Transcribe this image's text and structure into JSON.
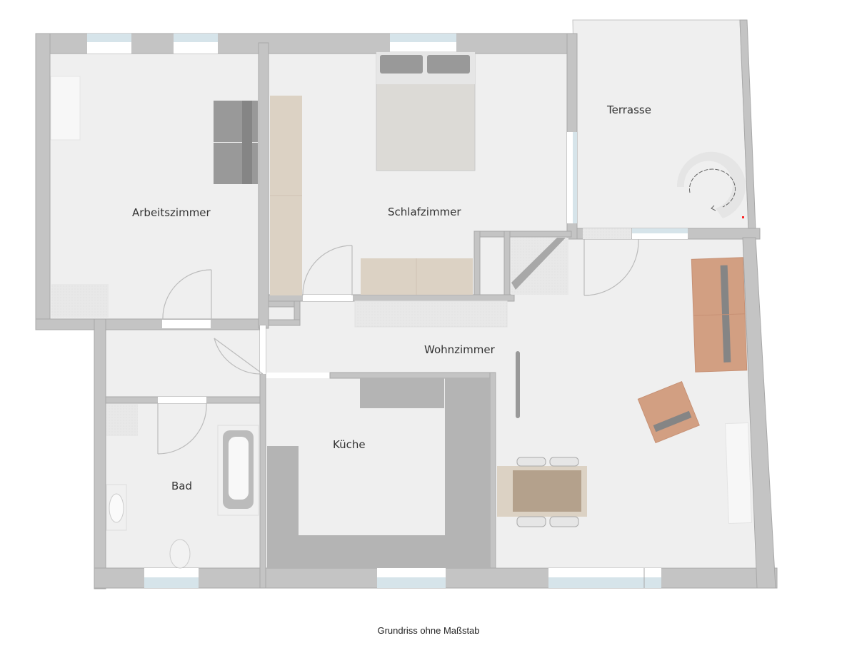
{
  "plan": {
    "caption": "Grundriss ohne Maßstab",
    "colors": {
      "wall": "#c4c4c4",
      "wall_edge": "#a8a8a8",
      "floor": "#efefef",
      "window_glass": "#d6e4ea",
      "wood": "#dcd2c4",
      "kitchen_unit": "#b4b4b4",
      "sofa": "#d29f82",
      "sofa_back": "#858585",
      "table": "#b4a18c",
      "bed": "#dcdad6",
      "pillow": "#999999",
      "stair_marker": "#ff2222"
    },
    "rooms": [
      {
        "id": "arbeitszimmer",
        "label": "Arbeitszimmer"
      },
      {
        "id": "schlafzimmer",
        "label": "Schlafzimmer"
      },
      {
        "id": "terrasse",
        "label": "Terrasse"
      },
      {
        "id": "wohnzimmer",
        "label": "Wohnzimmer"
      },
      {
        "id": "kueche",
        "label": "Küche"
      },
      {
        "id": "bad",
        "label": "Bad"
      }
    ],
    "furniture": [
      {
        "room": "arbeitszimmer",
        "items": [
          "desk",
          "sideboard",
          "armchairs"
        ]
      },
      {
        "room": "schlafzimmer",
        "items": [
          "double-bed",
          "wardrobe",
          "dresser"
        ]
      },
      {
        "room": "terrasse",
        "items": [
          "spiral-staircase"
        ]
      },
      {
        "room": "wohnzimmer",
        "items": [
          "sofa",
          "armchair",
          "dining-table",
          "chairs",
          "shelf",
          "room-divider"
        ]
      },
      {
        "room": "kueche",
        "items": [
          "kitchen-counter-l",
          "tall-cabinets"
        ]
      },
      {
        "room": "bad",
        "items": [
          "bathtub",
          "sink",
          "toilet",
          "washing-machine"
        ]
      }
    ]
  }
}
